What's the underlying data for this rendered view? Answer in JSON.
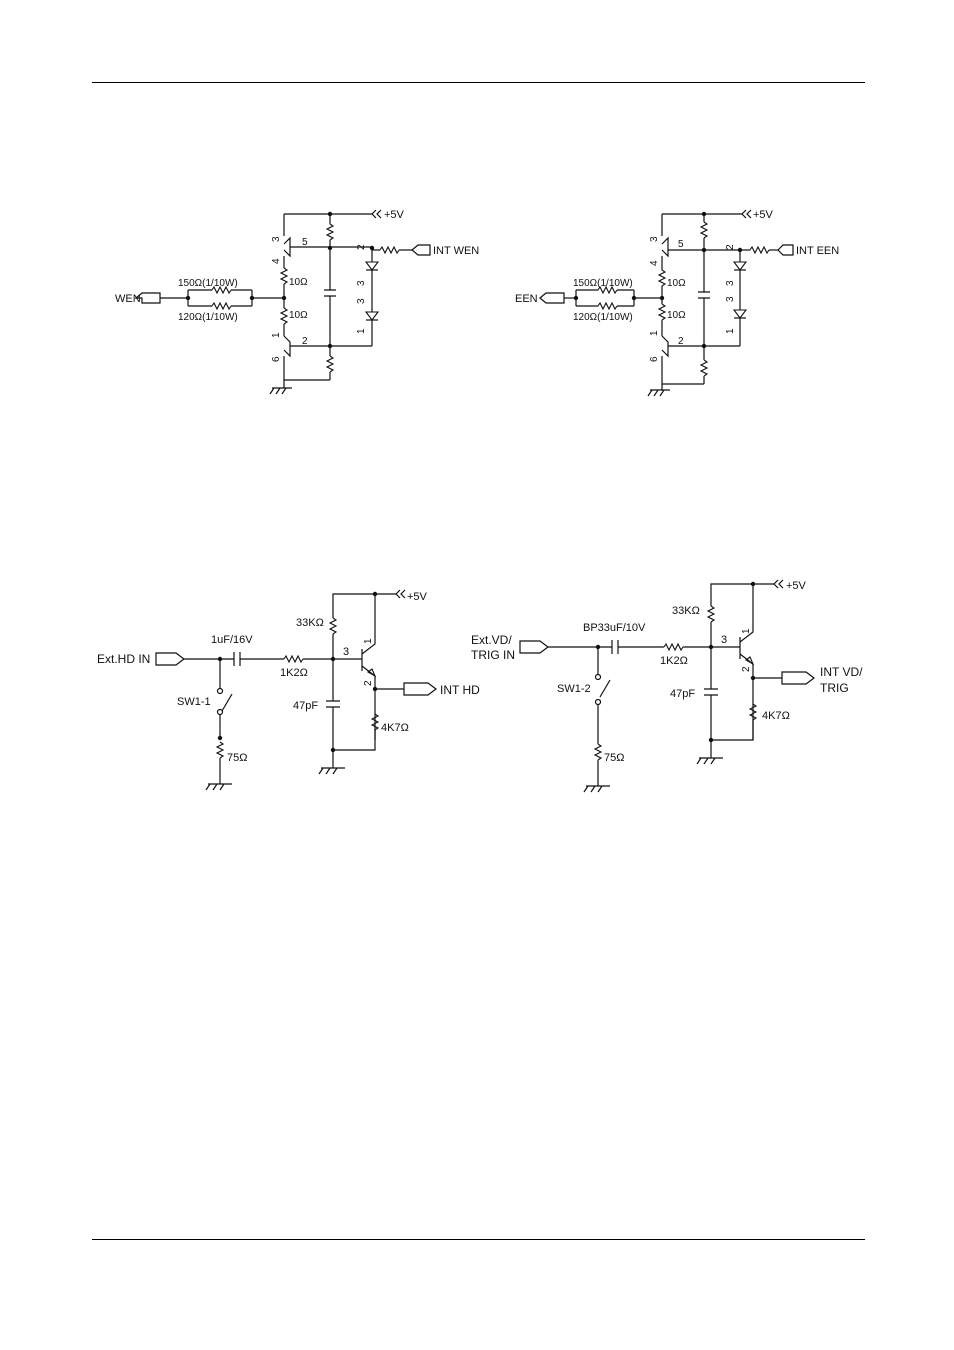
{
  "circuits": {
    "wen": {
      "supply": "+5V",
      "input": "WEN",
      "output": "INT WEN",
      "r_top": "150Ω(1/10W)",
      "r_bottom": "120Ω(1/10W)",
      "r_a": "10Ω",
      "r_b": "10Ω",
      "pins": [
        "3",
        "4",
        "5",
        "2",
        "3",
        "3",
        "1",
        "1",
        "6",
        "2"
      ]
    },
    "een": {
      "supply": "+5V",
      "input": "EEN",
      "output": "INT EEN",
      "r_top": "150Ω(1/10W)",
      "r_bottom": "120Ω(1/10W)",
      "r_a": "10Ω",
      "r_b": "10Ω",
      "pins": [
        "3",
        "4",
        "5",
        "2",
        "3",
        "3",
        "1",
        "1",
        "6",
        "2"
      ]
    },
    "hd": {
      "supply": "+5V",
      "input": "Ext.HD IN",
      "output": "INT HD",
      "cap": "1uF/16V",
      "r_series": "1K2Ω",
      "r_pullup": "33KΩ",
      "cap_small": "47pF",
      "r_emitter": "4K7Ω",
      "switch": "SW1-1",
      "r_term": "75Ω",
      "pins": [
        "3",
        "1",
        "2"
      ]
    },
    "vd": {
      "supply": "+5V",
      "input_line1": "Ext.VD/",
      "input_line2": "TRIG IN",
      "output_line1": "INT VD/",
      "output_line2": "TRIG",
      "cap": "BP33uF/10V",
      "r_series": "1K2Ω",
      "r_pullup": "33KΩ",
      "cap_small": "47pF",
      "r_emitter": "4K7Ω",
      "switch": "SW1-2",
      "r_term": "75Ω",
      "pins": [
        "3",
        "1",
        "2"
      ]
    }
  }
}
